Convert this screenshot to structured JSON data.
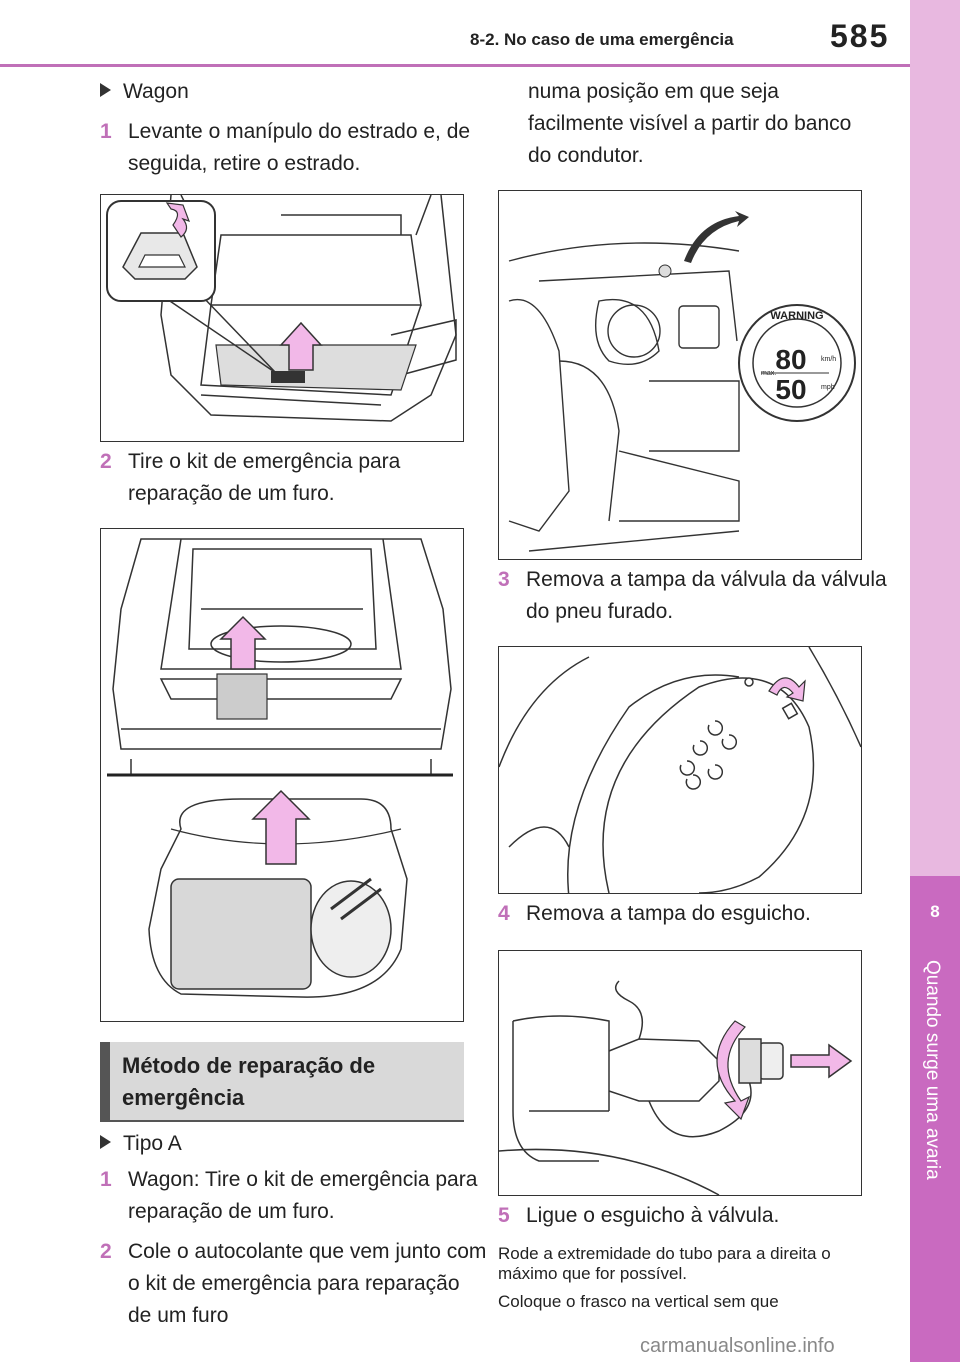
{
  "header": {
    "section": "8-2. No caso de uma emergência",
    "page_number": "585"
  },
  "sidebar": {
    "chapter_number": "8",
    "chapter_title": "Quando surge uma avaria"
  },
  "left": {
    "wagon_label": "Wagon",
    "step1_num": "1",
    "step1_text": "Levante o manípulo do estrado e, de seguida, retire o estrado.",
    "step2_num": "2",
    "step2_text": "Tire o kit de emergência para reparação de um furo.",
    "heading": "Método de reparação de emergência",
    "tipo_label": "Tipo A",
    "step_a1_num": "1",
    "step_a1_text": "Wagon: Tire o kit de emergência para reparação de um furo.",
    "step_a2_num": "2",
    "step_a2_text": "Cole o autocolante que vem junto com o kit de emergência para reparação de um furo"
  },
  "right": {
    "continuation": "numa posição em que seja facilmente visível a partir do banco do condutor.",
    "step3_num": "3",
    "step3_text": "Remova a tampa da válvula da válvula do pneu furado.",
    "step4_num": "4",
    "step4_text": "Remova a tampa do esguicho.",
    "step5_num": "5",
    "step5_text": "Ligue o esguicho à válvula.",
    "note1": "Rode a extremidade do tubo para a direita o máximo que for possível.",
    "note2": "Coloque o frasco na vertical sem que"
  },
  "sticker": {
    "warning": "WARNING",
    "speed_kmh": "80",
    "speed_mph": "50",
    "unit_kmh": "km/h",
    "unit_mph": "mph",
    "max_label": "max."
  },
  "colors": {
    "accent": "#c070b8",
    "tab": "#c96ac0",
    "sidebar": "#e8b8e0",
    "arrow_fill": "#f2b8e8",
    "heading_bg": "#d9d9d9"
  },
  "watermark": "carmanualsonline.info"
}
